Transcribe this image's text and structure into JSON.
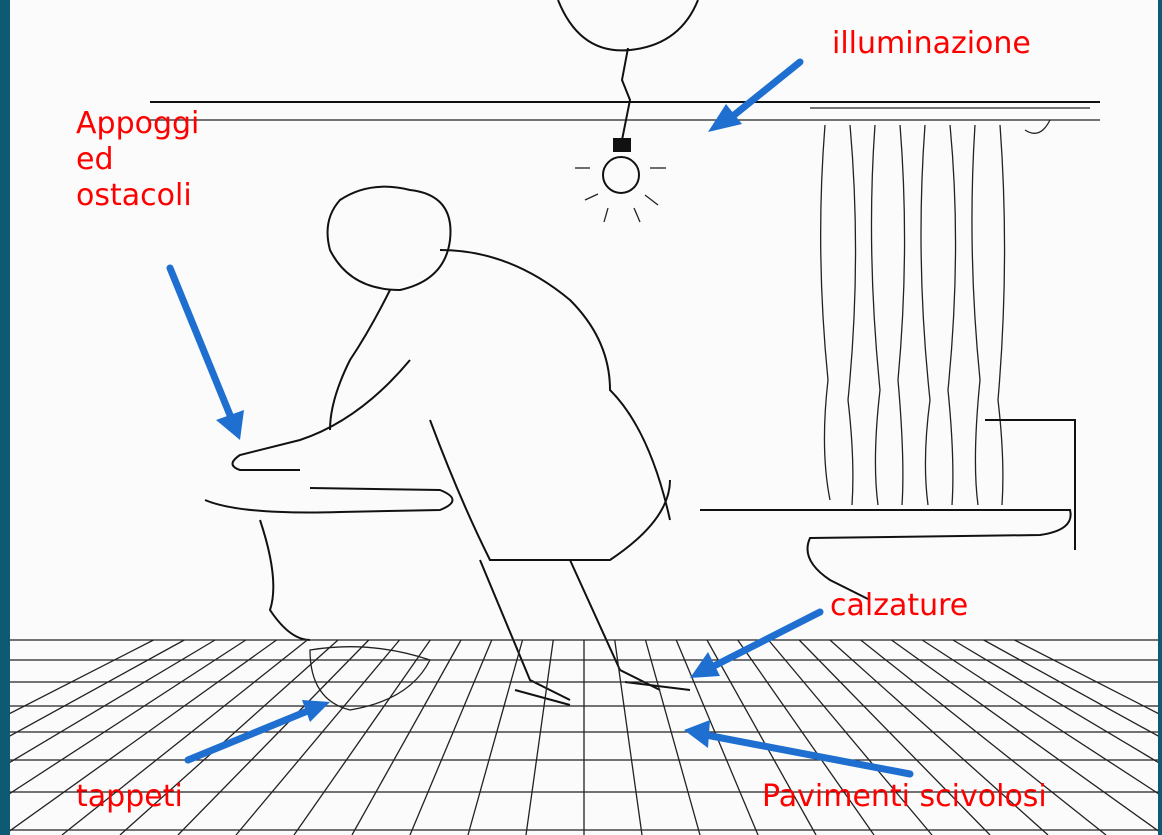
{
  "labels": {
    "illuminazione": "illuminazione",
    "appoggi": [
      "Appoggi",
      "ed",
      "ostacoli"
    ],
    "calzature": "calzature",
    "tappeti": "tappeti",
    "pavimenti": "Pavimenti scivolosi"
  },
  "colors": {
    "background": "#0f5a73",
    "label": "#ff0000",
    "arrow": "#1f6fd1"
  }
}
